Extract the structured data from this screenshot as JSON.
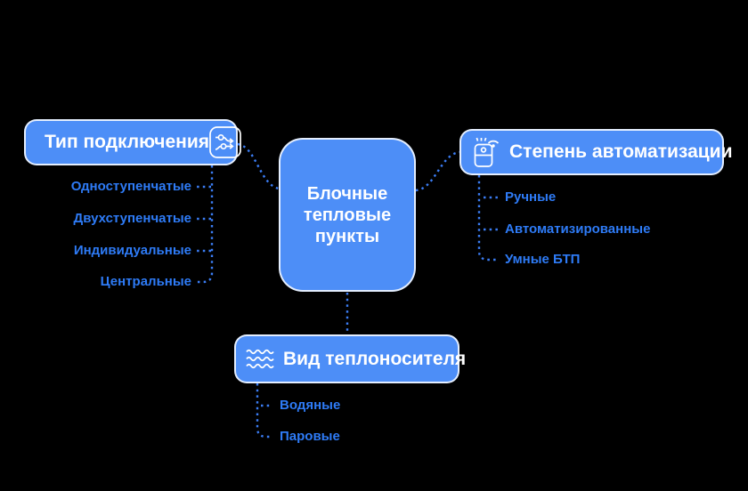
{
  "colors": {
    "background": "#000000",
    "node_fill": "#4D8EF7",
    "node_border": "rgba(255,255,255,0.85)",
    "node_text": "#FFFFFF",
    "item_text": "#2E7BF6",
    "connector": "#3B7DF4"
  },
  "center_node": {
    "title": "Блочные тепловые пункты"
  },
  "branches": {
    "connection_type": {
      "title": "Тип подключения",
      "icon": "flow-options-icon",
      "items": [
        "Одноступенчатые",
        "Двухступенчатые",
        "Индивидуальные",
        "Центральные"
      ]
    },
    "automation": {
      "title": "Степень автоматизации",
      "icon": "smart-device-wifi-icon",
      "items": [
        "Ручные",
        "Автоматизированные",
        "Умные БТП"
      ]
    },
    "heat_carrier": {
      "title": "Вид теплоносителя",
      "icon": "waves-icon",
      "items": [
        "Водяные",
        "Паровые"
      ]
    }
  }
}
